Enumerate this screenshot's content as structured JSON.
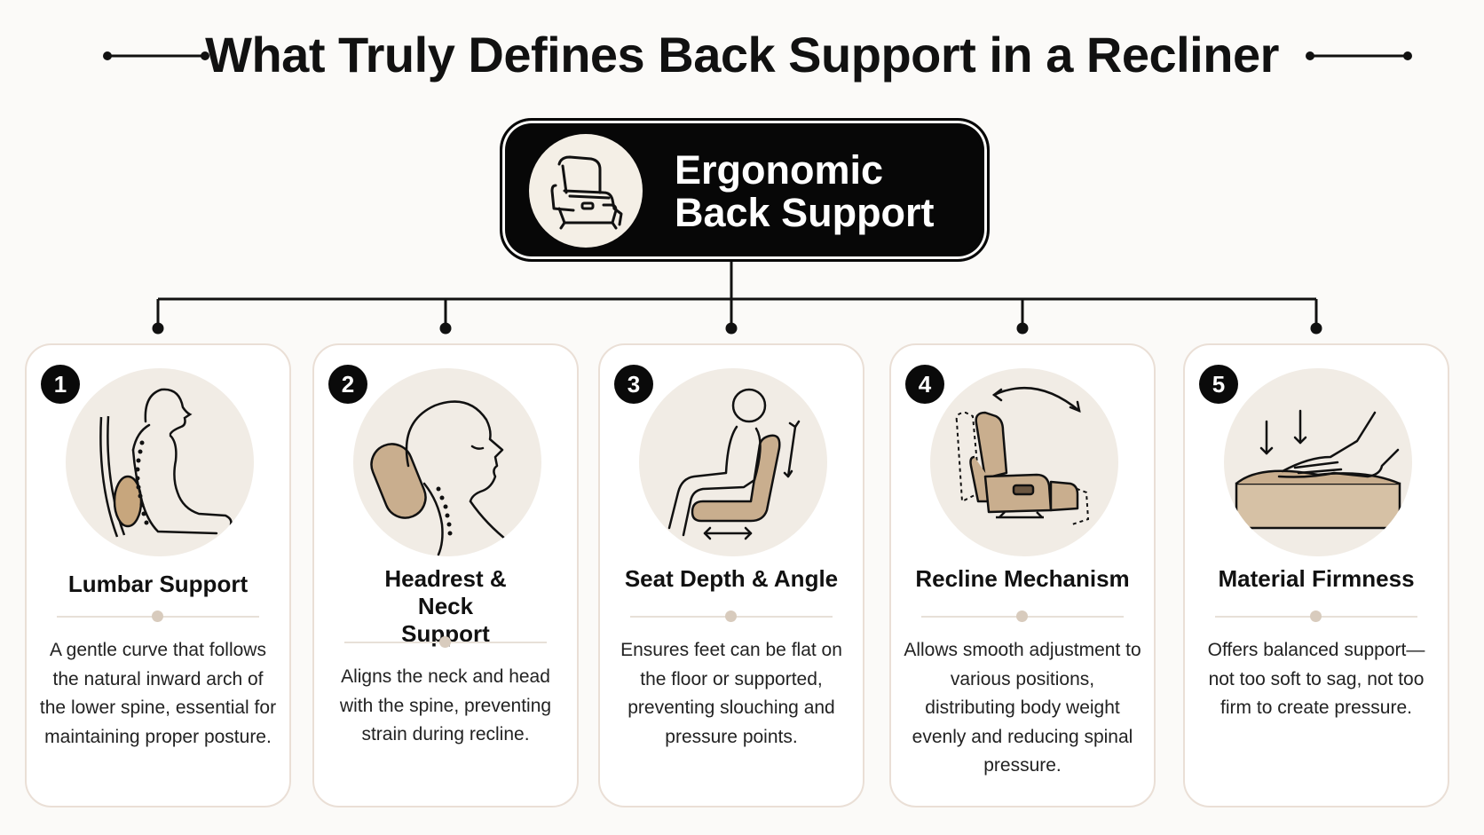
{
  "header": {
    "title": "What Truly Defines Back Support in a Recliner"
  },
  "hub": {
    "label_line1": "Ergonomic",
    "label_line2": "Back Support",
    "icon": "recliner-chair-icon"
  },
  "colors": {
    "background": "#fbfaf8",
    "hub_fill": "#070707",
    "accent_tan": "#c9ae8e",
    "card_border": "#eadfd6",
    "illustration_bg": "#f1ece5"
  },
  "factors": [
    {
      "number": "1",
      "title": "Lumbar Support",
      "icon": "lumbar-spine-icon",
      "description": "A gentle curve that follows the natural inward arch of the lower spine, essential for maintaining proper posture."
    },
    {
      "number": "2",
      "title": "Headrest & Neck Support",
      "icon": "headrest-neck-icon",
      "description": "Aligns the neck and head with the spine, preventing strain during recline."
    },
    {
      "number": "3",
      "title": "Seat Depth & Angle",
      "icon": "seated-person-icon",
      "description": "Ensures feet can be flat on the floor or supported, preventing slouching and pressure points."
    },
    {
      "number": "4",
      "title": "Recline Mechanism",
      "icon": "reclining-chair-icon",
      "description": "Allows smooth adjustment to various positions, distributing body weight evenly and reducing spinal pressure."
    },
    {
      "number": "5",
      "title": "Material Firmness",
      "icon": "cushion-press-icon",
      "description": "Offers balanced support—not too soft to sag, not too firm to create pressure."
    }
  ]
}
